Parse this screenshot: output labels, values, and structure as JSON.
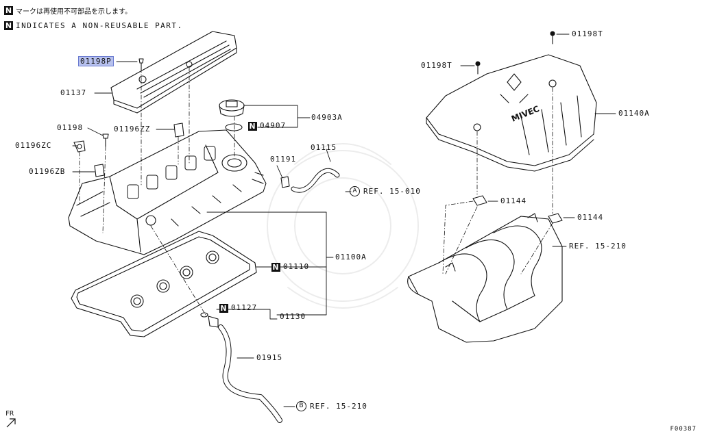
{
  "legend": {
    "marker": "N",
    "jp_text": "マークは再使用不可部品を示します。",
    "en_text": "INDICATES A NON-REUSABLE PART."
  },
  "labels": {
    "p01198P": "01198P",
    "p01137": "01137",
    "p01198": "01198",
    "p01196ZZ": "01196ZZ",
    "p01196ZC": "01196ZC",
    "p01196ZB": "01196ZB",
    "p04903A": "04903A",
    "p04907": "04907",
    "p01191": "01191",
    "p01115": "01115",
    "ref1": "REF. 15-010",
    "ref1_letter": "A",
    "p01110": "01110",
    "p01100A": "01100A",
    "p01127": "01127",
    "p01130": "01130",
    "p01915": "01915",
    "ref2": "REF. 15-210",
    "ref2_letter": "B",
    "p01198T_a": "01198T",
    "p01198T_b": "01198T",
    "p01140A": "01140A",
    "p01144_a": "01144",
    "p01144_b": "01144",
    "ref3": "REF. 15-210",
    "cover_logo": "MIVEC"
  },
  "footer": {
    "fr": "FR",
    "code": "F00387"
  },
  "colors": {
    "highlight": "#b7c1ee",
    "ink": "#111111"
  }
}
